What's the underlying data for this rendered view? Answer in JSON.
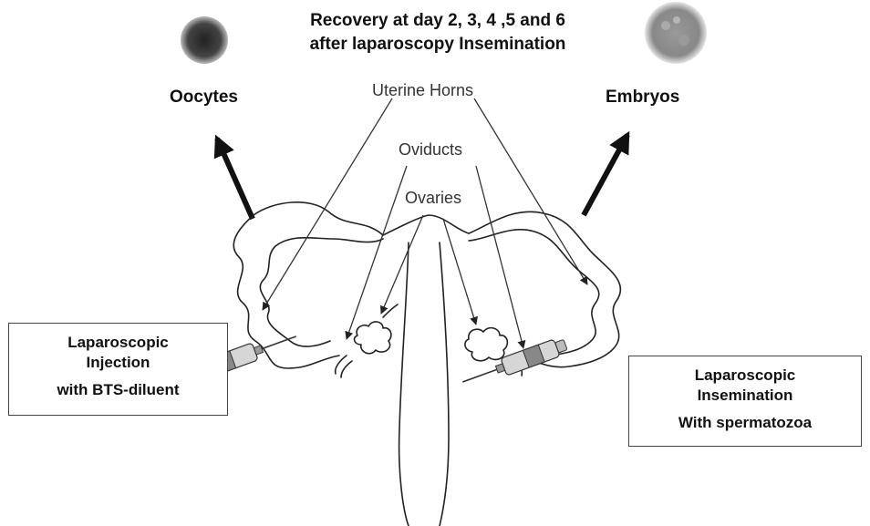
{
  "title": {
    "line1": "Recovery at day 2, 3, 4 ,5 and 6",
    "line2": "after laparoscopy Insemination"
  },
  "labels": {
    "oocytes": "Oocytes",
    "embryos": "Embryos",
    "uterine_horns": "Uterine Horns",
    "oviducts": "Oviducts",
    "ovaries": "Ovaries"
  },
  "left_box": {
    "line1": "Laparoscopic",
    "line2": "Injection",
    "line3": "with BTS-diluent"
  },
  "right_box": {
    "line1": "Laparoscopic",
    "line2": "Insemination",
    "line3": "With spermatozoa"
  }
}
